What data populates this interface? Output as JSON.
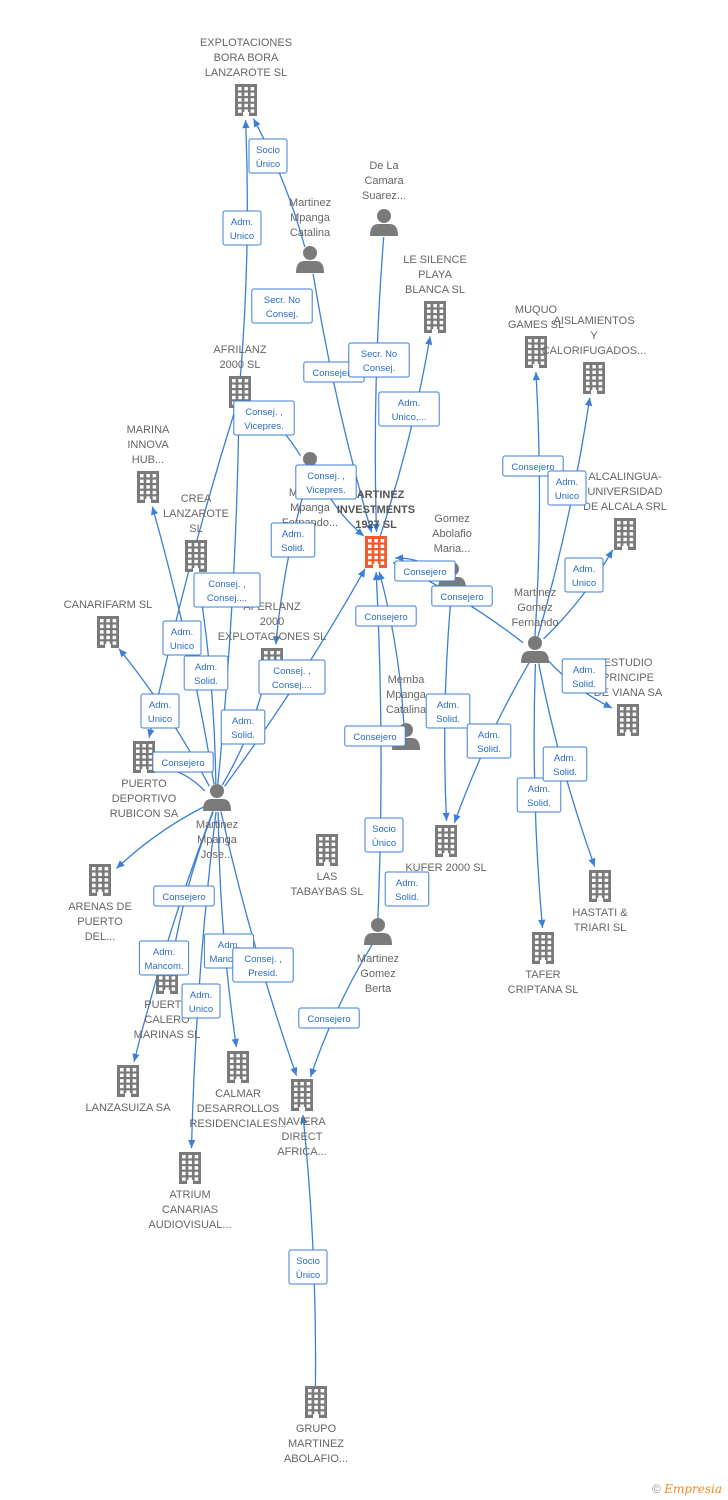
{
  "colors": {
    "edge": "#3b7fd6",
    "company": "#7a7a7a",
    "main_company": "#f15a2b",
    "person": "#7a7a7a"
  },
  "nodes": [
    {
      "id": "bora",
      "kind": "company",
      "lines": [
        "EXPLOTACIONES",
        "BORA BORA",
        "LANZAROTE SL"
      ]
    },
    {
      "id": "camara",
      "kind": "person",
      "lines": [
        "De La",
        "Camara",
        "Suarez..."
      ]
    },
    {
      "id": "catalina1",
      "kind": "person",
      "lines": [
        "Martinez",
        "Mpanga",
        "Catalina"
      ]
    },
    {
      "id": "silence",
      "kind": "company",
      "lines": [
        "LE SILENCE",
        "PLAYA",
        "BLANCA  SL"
      ]
    },
    {
      "id": "muquo",
      "kind": "company",
      "lines": [
        "MUQUO",
        "GAMES  SL"
      ]
    },
    {
      "id": "aislamientos",
      "kind": "company",
      "lines": [
        "AISLAMIENTOS",
        "Y",
        "CALORIFUGADOS..."
      ]
    },
    {
      "id": "afrilanz",
      "kind": "company",
      "lines": [
        "AFRILANZ",
        "2000 SL"
      ]
    },
    {
      "id": "fernando1",
      "kind": "person",
      "lines": [
        "Martinez",
        "Mpanga",
        "Fernando..."
      ]
    },
    {
      "id": "marina",
      "kind": "company",
      "lines": [
        "MARINA",
        "INNOVA",
        "HUB..."
      ]
    },
    {
      "id": "main",
      "kind": "main",
      "lines": [
        "MARTINEZ",
        "INVESTMENTS",
        "1927  SL"
      ]
    },
    {
      "id": "gomezmaria",
      "kind": "person",
      "lines": [
        "Gomez",
        "Abolafio",
        "Maria..."
      ]
    },
    {
      "id": "alcalingua",
      "kind": "company",
      "lines": [
        "ALCALINGUA-",
        "UNIVERSIDAD",
        "DE ALCALA SRL"
      ]
    },
    {
      "id": "crea",
      "kind": "company",
      "lines": [
        "CREA",
        "LANZAROTE",
        "SL"
      ]
    },
    {
      "id": "canarifarm",
      "kind": "company",
      "lines": [
        "CANARIFARM SL"
      ]
    },
    {
      "id": "aferlanz",
      "kind": "company",
      "lines": [
        "AFERLANZ",
        "2000",
        "EXPLOTACIONES SL"
      ]
    },
    {
      "id": "fernandog",
      "kind": "person",
      "lines": [
        "Martinez",
        "Gomez",
        "Fernando"
      ]
    },
    {
      "id": "estudio",
      "kind": "company",
      "lines": [
        "ESTUDIO",
        "PRINCIPE",
        "DE VIANA SA"
      ]
    },
    {
      "id": "memba",
      "kind": "person",
      "lines": [
        "Memba",
        "Mpanga",
        "Catalina"
      ]
    },
    {
      "id": "rubicon",
      "kind": "company",
      "lines": [
        "PUERTO",
        "DEPORTIVO",
        "RUBICON SA"
      ]
    },
    {
      "id": "jose",
      "kind": "person",
      "lines": [
        "Martinez",
        "Mpanga",
        "Jose..."
      ]
    },
    {
      "id": "tabaybas",
      "kind": "company",
      "lines": [
        "LAS",
        "TABAYBAS  SL"
      ]
    },
    {
      "id": "kufer",
      "kind": "company",
      "lines": [
        "KUFER 2000 SL"
      ]
    },
    {
      "id": "hastati",
      "kind": "company",
      "lines": [
        "HASTATI &",
        "TRIARI SL"
      ]
    },
    {
      "id": "arenas",
      "kind": "company",
      "lines": [
        "ARENAS DE",
        "PUERTO",
        "DEL..."
      ]
    },
    {
      "id": "berta",
      "kind": "person",
      "lines": [
        "Martinez",
        "Gomez",
        "Berta"
      ]
    },
    {
      "id": "tafer",
      "kind": "company",
      "lines": [
        "TAFER",
        "CRIPTANA  SL"
      ]
    },
    {
      "id": "calero",
      "kind": "company",
      "lines": [
        "PUERTO",
        "CALERO",
        "MARINAS SL"
      ]
    },
    {
      "id": "lanzasuiza",
      "kind": "company",
      "lines": [
        "LANZASUIZA SA"
      ]
    },
    {
      "id": "calmar",
      "kind": "company",
      "lines": [
        "CALMAR",
        "DESARROLLOS",
        "RESIDENCIALES..."
      ]
    },
    {
      "id": "naviera",
      "kind": "company",
      "lines": [
        "NAVIERA",
        "DIRECT",
        "AFRICA..."
      ]
    },
    {
      "id": "atrium",
      "kind": "company",
      "lines": [
        "ATRIUM",
        "CANARIAS",
        "AUDIOVISUAL..."
      ]
    },
    {
      "id": "grupo",
      "kind": "company",
      "lines": [
        "GRUPO",
        "MARTINEZ",
        "ABOLAFIO..."
      ]
    }
  ],
  "relations": [
    {
      "lines": [
        "Socio",
        "Único"
      ]
    },
    {
      "lines": [
        "Adm.",
        "Unico"
      ]
    },
    {
      "lines": [
        "Secr.  No",
        "Consej."
      ]
    },
    {
      "lines": [
        "Consejero"
      ]
    },
    {
      "lines": [
        "Secr.  No",
        "Consej."
      ]
    },
    {
      "lines": [
        "Consej. ,",
        "Vicepres."
      ]
    },
    {
      "lines": [
        "Adm.",
        "Unico,..."
      ]
    },
    {
      "lines": [
        "Consej. ,",
        "Vicepres."
      ]
    },
    {
      "lines": [
        "Consejero"
      ]
    },
    {
      "lines": [
        "Adm.",
        "Unico"
      ]
    },
    {
      "lines": [
        "Adm.",
        "Solid."
      ]
    },
    {
      "lines": [
        "Consej. ,",
        "Consej...."
      ]
    },
    {
      "lines": [
        "Consejero"
      ]
    },
    {
      "lines": [
        "Consejero"
      ]
    },
    {
      "lines": [
        "Consejero"
      ]
    },
    {
      "lines": [
        "Adm.",
        "Unico"
      ]
    },
    {
      "lines": [
        "Adm.",
        "Solid."
      ]
    },
    {
      "lines": [
        "Consej. ,",
        "Consej...."
      ]
    },
    {
      "lines": [
        "Adm.",
        "Unico"
      ]
    },
    {
      "lines": [
        "Adm.",
        "Solid."
      ]
    },
    {
      "lines": [
        "Consejero"
      ]
    },
    {
      "lines": [
        "Adm.",
        "Unico"
      ]
    },
    {
      "lines": [
        "Consejero"
      ]
    },
    {
      "lines": [
        "Adm.",
        "Solid."
      ]
    },
    {
      "lines": [
        "Adm.",
        "Solid."
      ]
    },
    {
      "lines": [
        "Adm.",
        "Solid."
      ]
    },
    {
      "lines": [
        "Adm.",
        "Solid."
      ]
    },
    {
      "lines": [
        "Adm.",
        "Solid."
      ]
    },
    {
      "lines": [
        "Socio",
        "Único"
      ]
    },
    {
      "lines": [
        "Adm.",
        "Solid."
      ]
    },
    {
      "lines": [
        "Consejero"
      ]
    },
    {
      "lines": [
        "Adm.",
        "Mancom."
      ]
    },
    {
      "lines": [
        "Adm.",
        "Mancom."
      ]
    },
    {
      "lines": [
        "Consej. ,",
        "Presid."
      ]
    },
    {
      "lines": [
        "Adm.",
        "Unico"
      ]
    },
    {
      "lines": [
        "Consejero"
      ]
    },
    {
      "lines": [
        "Socio",
        "Único"
      ]
    }
  ],
  "footer": {
    "copyright": "©",
    "brand": "Empresia"
  }
}
